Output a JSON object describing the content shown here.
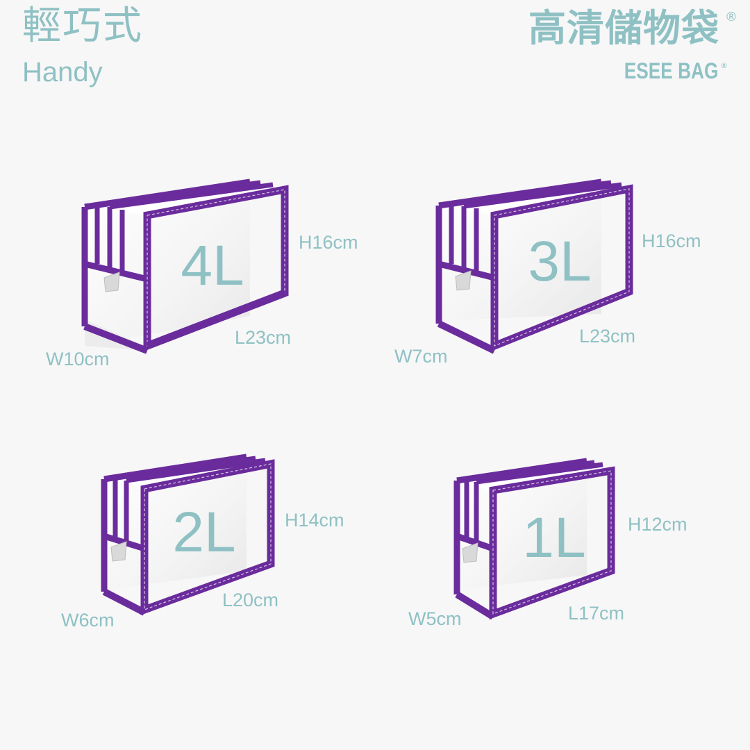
{
  "header": {
    "title_cn": "輕巧式",
    "title_en": "Handy",
    "brand_cn": "高清儲物袋",
    "brand_reg": "®",
    "brand_en": "ESEE BAG",
    "brand_en_mark": "®"
  },
  "colors": {
    "accent": "#8fc1c4",
    "frame": "#6a2c9c",
    "background": "#f7f7f7"
  },
  "bags": [
    {
      "capacity": "4L",
      "height": "H16cm",
      "length": "L23cm",
      "width": "W10cm"
    },
    {
      "capacity": "3L",
      "height": "H16cm",
      "length": "L23cm",
      "width": "W7cm"
    },
    {
      "capacity": "2L",
      "height": "H14cm",
      "length": "L20cm",
      "width": "W6cm"
    },
    {
      "capacity": "1L",
      "height": "H12cm",
      "length": "L17cm",
      "width": "W5cm"
    }
  ]
}
